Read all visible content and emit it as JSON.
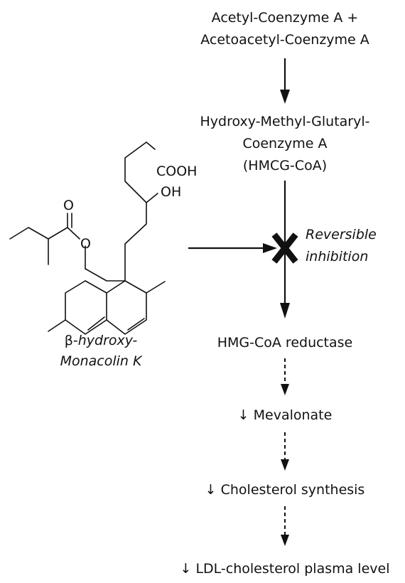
{
  "pathway": {
    "step1_line1": "Acetyl-Coenzyme A +",
    "step1_line2": "Acetoacetyl-Coenzyme A",
    "step2_line1": "Hydroxy-Methyl-Glutaryl-",
    "step2_line2": "Coenzyme A",
    "step2_line3": "(HMCG-CoA)",
    "inhibition_line1": "Reversible",
    "inhibition_line2": "inhibition",
    "enzyme": "HMG-CoA reductase",
    "effect1": "↓ Mevalonate",
    "effect2": "↓ Cholesterol synthesis",
    "effect3": "↓ LDL-cholesterol plasma level"
  },
  "molecule": {
    "atom_cooh": "COOH",
    "atom_oh": "OH",
    "atom_o_carbonyl": "O",
    "atom_o_ester": "O",
    "name_beta": "β-",
    "name_line1_rest": "hydroxy-",
    "name_line2": "Monacolin K"
  },
  "icons": {
    "inhibition_marker": "x-cross-icon"
  },
  "colors": {
    "ink": "#111111",
    "background": "#ffffff"
  }
}
